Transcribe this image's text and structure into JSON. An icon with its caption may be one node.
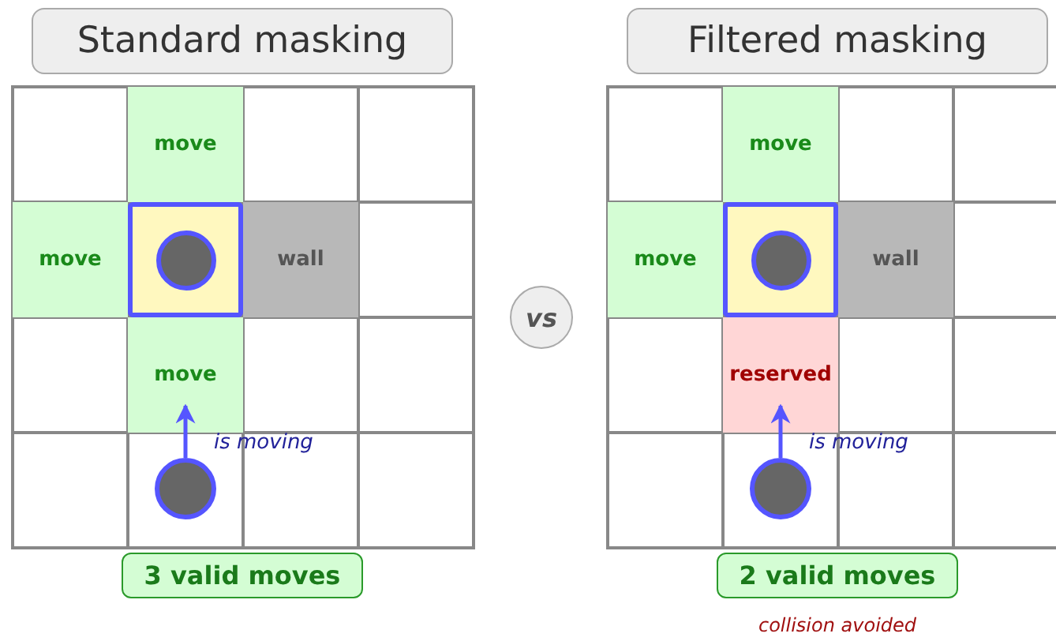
{
  "diagram": {
    "nodes": [
      {
        "text": [
          "Standard masking"
        ]
      },
      {
        "text": [
          "move"
        ]
      },
      {
        "text": [
          "move"
        ]
      },
      {
        "text": [],
        "shape": "box"
      },
      {
        "text": [],
        "shape": "circle",
        "in": 3
      },
      {
        "text": [
          "wall"
        ]
      },
      {
        "text": [
          "move"
        ]
      },
      {
        "text": [],
        "shape": "circle"
      },
      {
        "text": [
          "3 valid moves"
        ]
      },
      {
        "text": [
          "vs"
        ]
      },
      {
        "text": [
          "Filtered masking"
        ]
      },
      {
        "text": [
          "move"
        ]
      },
      {
        "text": [
          "move"
        ]
      },
      {
        "text": [],
        "shape": "box"
      },
      {
        "text": [],
        "shape": "circle",
        "in": 13
      },
      {
        "text": [
          "wall"
        ]
      },
      {
        "text": [
          "reserved"
        ]
      },
      {
        "text": [],
        "shape": "circle"
      },
      {
        "text": [
          "2 valid moves"
        ],
        "beside": [
          "collision avoided"
        ]
      }
    ],
    "edges": [
      {
        "from": 7,
        "to": 6,
        "arrow": "to",
        "label": "is moving"
      },
      {
        "from": 17,
        "to": 16,
        "arrow": "to",
        "label": "is moving"
      }
    ]
  }
}
